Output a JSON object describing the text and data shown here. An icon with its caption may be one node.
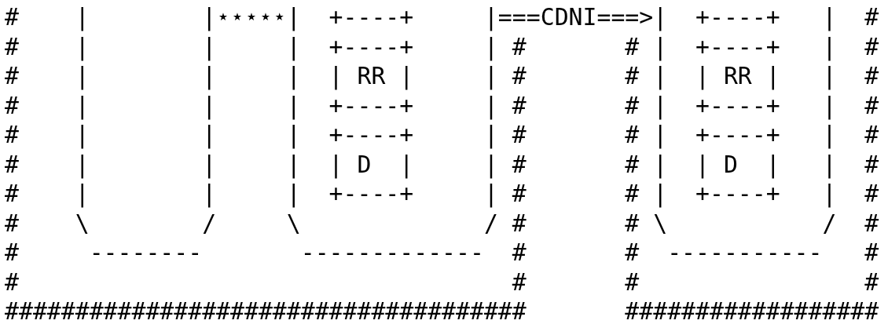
{
  "diagram": {
    "labels": [
      "#    |        |⋆⋆⋆⋆⋆|  +----+     |===CDNI===>|  +----+   |  #",
      "#    |        |     |  +----+     | #       # |  +----+   |  #",
      "#    |        |     |  | RR |     | #       # |  | RR |   |  #",
      "#    |        |     |  +----+     | #       # |  +----+   |  #",
      "#    |        |     |  +----+     | #       # |  +----+   |  #",
      "#    |        |     |  | D  |     | #       # |  | D  |   |  #",
      "#    |        |     |  +----+     | #       # |  +----+   |  #",
      "#    \\        /     \\             / #       # \\           /  #",
      "#     --------       -------------  #       #  -----------   #",
      "#                                   #       #                #",
      "#####################################       ##################"
    ]
  }
}
